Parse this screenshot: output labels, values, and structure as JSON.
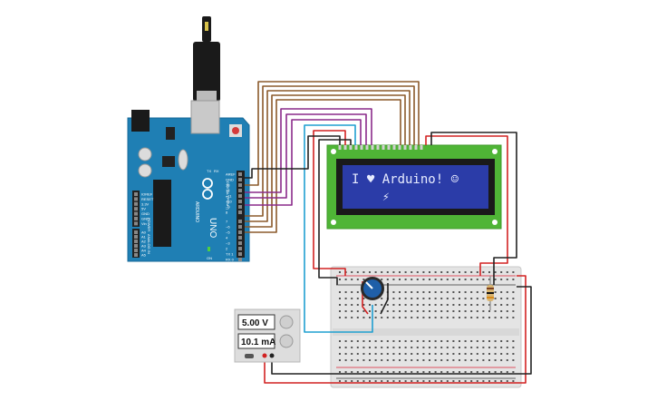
{
  "lcd": {
    "line1": "I ♥ Arduino! ☺",
    "line2": "⚡",
    "text_color": "#e8ecff",
    "bg_color": "#2b3ca8",
    "pcb_color": "#4fb536"
  },
  "arduino": {
    "board_label": "UNO",
    "brand_label": "ARDUINO",
    "digital_label": "DIGITAL (PWM~)",
    "power_label": "POWER",
    "analog_label": "ANALOG IN",
    "header_pins_top": [
      "AREF",
      "GND",
      "13",
      "12",
      "~11",
      "~10",
      "~9",
      "8"
    ],
    "header_pins_bottom": [
      "7",
      "~6",
      "~5",
      "4",
      "~3",
      "2",
      "TX 1",
      "RX 0"
    ],
    "power_pins": [
      "IOREF",
      "RESET",
      "3.3V",
      "5V",
      "GND",
      "GND",
      "Vin"
    ],
    "analog_pins": [
      "A0",
      "A1",
      "A2",
      "A3",
      "A4",
      "A5"
    ],
    "side_labels": [
      "TX",
      "RX",
      "ON"
    ],
    "board_color": "#1f7fb4"
  },
  "power_supply": {
    "voltage": "5.00 V",
    "current": "10.1 mA"
  },
  "wire_colors": {
    "brown": "#8b5a2b",
    "purple": "#8a2a8a",
    "cyan": "#1f9fd0",
    "red": "#d22222",
    "black": "#222222",
    "gray": "#999999"
  }
}
